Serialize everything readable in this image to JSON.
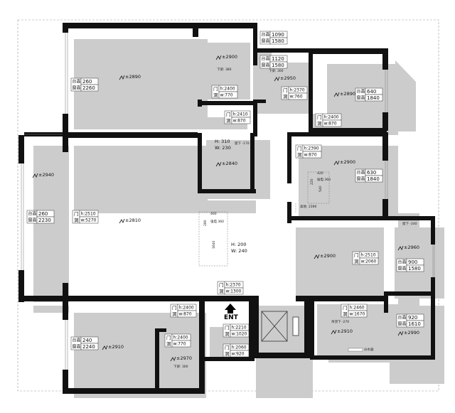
{
  "windows": [
    {
      "id": "w-master-top",
      "label_sill": "台高",
      "label_height": "窗高",
      "sill": "260",
      "height": "2260"
    },
    {
      "id": "w-bath-top",
      "label_sill": "台高",
      "label_height": "窗高",
      "sill": "1090",
      "height": "1580"
    },
    {
      "id": "w-small-top",
      "label_sill": "台高",
      "label_height": "窗高",
      "sill": "1120",
      "height": "1580"
    },
    {
      "id": "w-right-top",
      "label_sill": "台高",
      "label_height": "窗高",
      "sill": "640",
      "height": "1840"
    },
    {
      "id": "w-kitchen",
      "label_sill": "台高",
      "label_height": "窗高",
      "sill": "630",
      "height": "1840"
    },
    {
      "id": "w-left-balcony",
      "label_sill": "台高",
      "label_height": "窗高",
      "sill": "260",
      "height": "2230"
    },
    {
      "id": "w-right-mid",
      "label_sill": "台高",
      "label_height": "窗高",
      "sill": "900",
      "height": "1580"
    },
    {
      "id": "w-right-low",
      "label_sill": "台高",
      "label_height": "窗高",
      "sill": "920",
      "height": "1610"
    },
    {
      "id": "w-bottom-left",
      "label_sill": "台高",
      "label_height": "窗高",
      "sill": "240",
      "height": "2240"
    }
  ],
  "doors": [
    {
      "id": "d-bath-top",
      "c1": "门",
      "c2": "洞",
      "h": "h:2400",
      "w": "w:770"
    },
    {
      "id": "d-small-top",
      "c1": "门",
      "c2": "洞",
      "h": "h:2370",
      "w": "w:760"
    },
    {
      "id": "d-bath-bottom",
      "c1": "门",
      "c2": "洞",
      "h": "h:2410",
      "w": "w:870"
    },
    {
      "id": "d-right-top",
      "c1": "门",
      "c2": "洞",
      "h": "h:2400",
      "w": "w:870"
    },
    {
      "id": "d-kitchen",
      "c1": "门",
      "c2": "洞",
      "h": "h:2390",
      "w": "w:870"
    },
    {
      "id": "d-living",
      "c1": "门",
      "c2": "洞",
      "h": "h:2510",
      "w": "w:5270"
    },
    {
      "id": "d-right-mid",
      "c1": "门",
      "c2": "洞",
      "h": "h:2510",
      "w": "w:2060"
    },
    {
      "id": "d-center",
      "c1": "门",
      "c2": "洞",
      "h": "h:2370",
      "w": "w:1300"
    },
    {
      "id": "d-bottom-left",
      "c1": "门",
      "c2": "洞",
      "h": "h:2400",
      "w": "w:870"
    },
    {
      "id": "d-entry-1",
      "c1": "门",
      "c2": "洞",
      "h": "h:2210",
      "w": "w:1020"
    },
    {
      "id": "d-entry-2",
      "c1": "门",
      "c2": "洞",
      "h": "h:2060",
      "w": "w:920"
    },
    {
      "id": "d-bottom-right",
      "c1": "门",
      "c2": "洞",
      "h": "h:2460",
      "w": "w:1670"
    },
    {
      "id": "d-small-bath",
      "c1": "门",
      "c2": "洞",
      "h": "h:2400",
      "w": "w:770"
    }
  ],
  "ceilings": [
    "±2890",
    "±2900",
    "±2950",
    "±2890",
    "±2840",
    "±2900",
    "±2940",
    "±2810",
    "±2960",
    "±2900",
    "±2910",
    "±2990",
    "±2910",
    "±2970"
  ],
  "notes": {
    "beam_top_1": "下梁: 300",
    "beam_top_2": "下梁: 380",
    "beam_small": "下梁: 300",
    "beam_right_mid": "窗下 -240",
    "beam_corr": "窗下 -170",
    "beam_bottom": "吊顶下 -270",
    "opening_h": "H: 310",
    "opening_w": "W: 230",
    "opening2_h": "H: 200",
    "opening2_w": "W: 240",
    "elec1_top": "420",
    "elec1_lbl": "弱电 360",
    "elec1_side": "540",
    "elec1_left": "220",
    "elec1_bottom": "高地: 2390",
    "elec2_top": "460",
    "elec2_lbl": "强电 360",
    "elec2_left": "280",
    "dim_1640": "1640",
    "dist_box": "分水器",
    "entrance": "ENT"
  }
}
